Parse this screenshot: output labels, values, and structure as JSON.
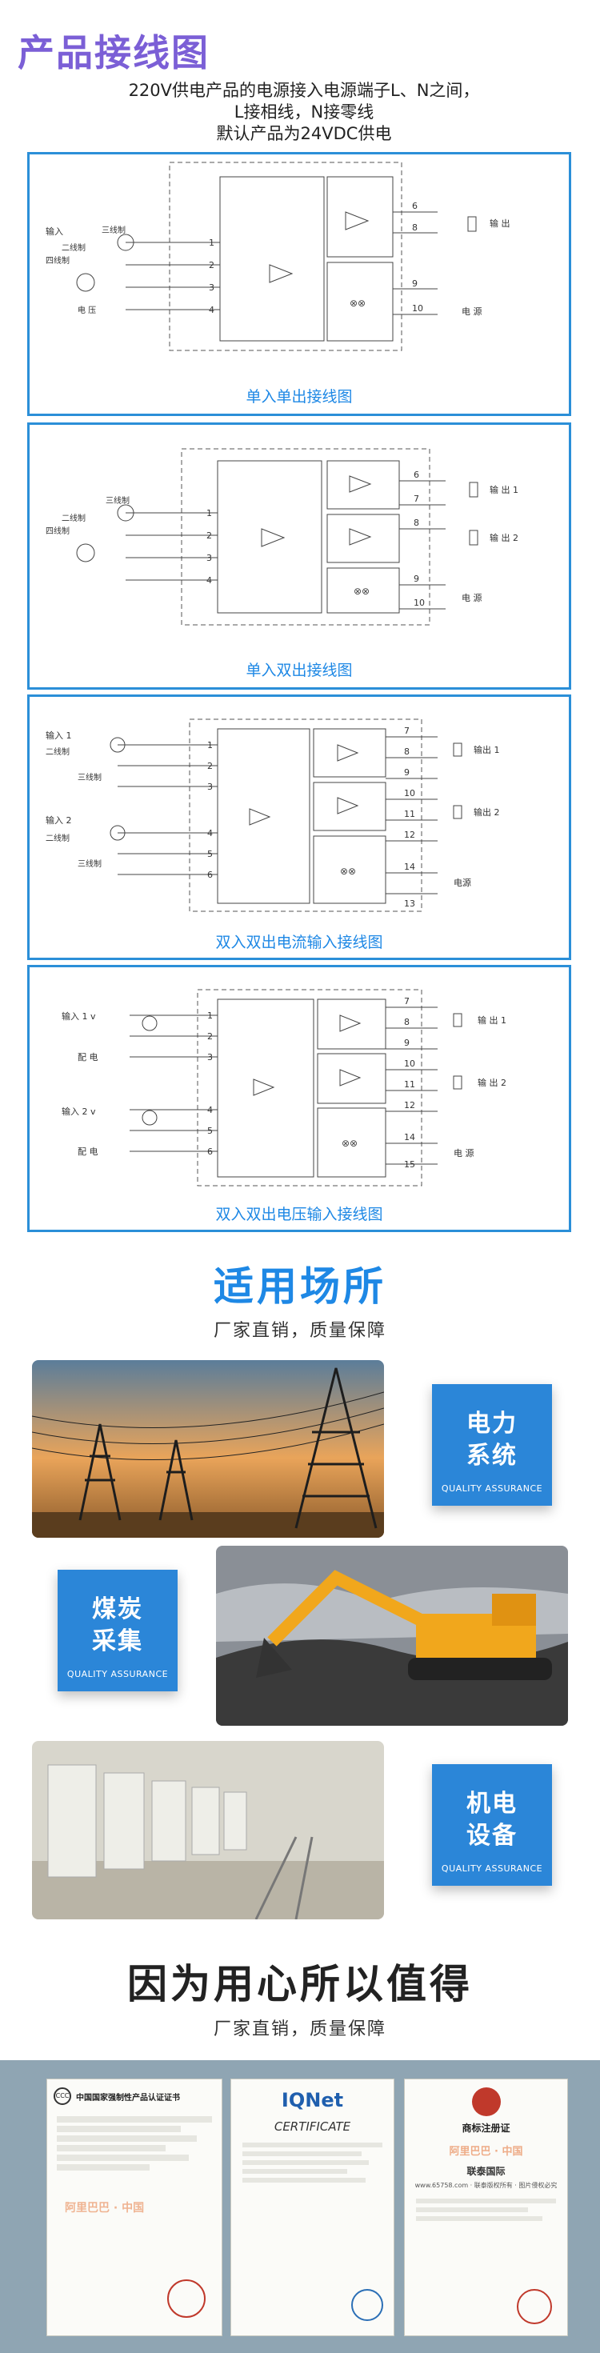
{
  "header": {
    "title": "产品接线图",
    "intro": [
      "220V供电产品的电源接入电源端子L、N之间，",
      "L接相线，N接零线",
      "默认产品为24VDC供电"
    ]
  },
  "diagrams": [
    {
      "caption": "单入单出接线图",
      "left_labels": [
        "输入",
        "二线制",
        "三线制",
        "四线制",
        "电 压"
      ],
      "left_terminals": [
        "1",
        "2",
        "3",
        "4"
      ],
      "right_terminals": [
        "6",
        "8",
        "9",
        "10"
      ],
      "right_labels": [
        "输 出",
        "电 源"
      ]
    },
    {
      "caption": "单入双出接线图",
      "left_labels": [
        "二线制",
        "三线制",
        "四线制"
      ],
      "left_terminals": [
        "1",
        "2",
        "3",
        "4"
      ],
      "right_terminals": [
        "6",
        "7",
        "8",
        "9",
        "10"
      ],
      "right_labels": [
        "输 出 1",
        "输 出 2",
        "电 源"
      ]
    },
    {
      "caption": "双入双出电流输入接线图",
      "left_labels": [
        "输入 1",
        "二线制",
        "三线制",
        "输入 2",
        "二线制",
        "三线制"
      ],
      "left_terminals": [
        "1",
        "2",
        "3",
        "4",
        "5",
        "6"
      ],
      "right_terminals": [
        "7",
        "8",
        "9",
        "10",
        "11",
        "12",
        "13",
        "14"
      ],
      "right_labels": [
        "输出 1",
        "输出 2",
        "电源"
      ]
    },
    {
      "caption": "双入双出电压输入接线图",
      "left_labels": [
        "输入 1  v",
        "配 电",
        "输入 2  v",
        "配 电"
      ],
      "left_terminals": [
        "1",
        "2",
        "3",
        "4",
        "5",
        "6"
      ],
      "right_terminals": [
        "7",
        "8",
        "9",
        "10",
        "11",
        "12",
        "14",
        "15"
      ],
      "right_labels": [
        "输 出 1",
        "输 出 2",
        "电 源"
      ]
    }
  ],
  "applications": {
    "title": "适用场所",
    "subtitle": "厂家直销，质量保障",
    "items": [
      {
        "name": "电力\n系统",
        "tag": "QUALITY ASSURANCE"
      },
      {
        "name": "煤炭\n采集",
        "tag": "QUALITY ASSURANCE"
      },
      {
        "name": "机电\n设备",
        "tag": "QUALITY ASSURANCE"
      }
    ]
  },
  "worth": {
    "title": "因为用心所以值得",
    "subtitle": "厂家直销，质量保障"
  },
  "certificates": {
    "ccc_title": "中国国家强制性产品认证证书",
    "iqnet": "IQNet",
    "cert_word": "CERTIFICATE",
    "trademark_title": "商标注册证",
    "watermark": "阿里巴巴 · 中国",
    "site": "联泰国际",
    "site_line": "www.65758.com · 联泰版权所有 · 图片侵权必究"
  }
}
